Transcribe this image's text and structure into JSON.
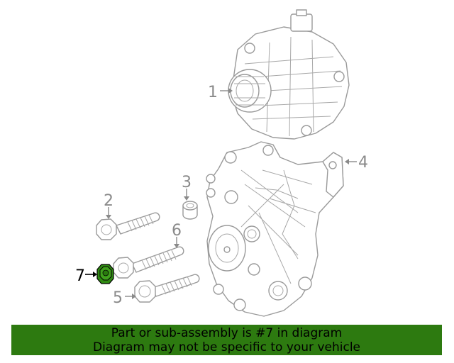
{
  "callouts": [
    {
      "id": "1",
      "label": "1",
      "part": "alternator",
      "highlighted": false
    },
    {
      "id": "2",
      "label": "2",
      "part": "bolt",
      "highlighted": false
    },
    {
      "id": "3",
      "label": "3",
      "part": "spacer",
      "highlighted": false
    },
    {
      "id": "4",
      "label": "4",
      "part": "alternator-bracket",
      "highlighted": false
    },
    {
      "id": "5",
      "label": "5",
      "part": "bolt",
      "highlighted": false
    },
    {
      "id": "6",
      "label": "6",
      "part": "bolt",
      "highlighted": false
    },
    {
      "id": "7",
      "label": "7",
      "part": "nut",
      "highlighted": true
    }
  ],
  "banner": {
    "line1": "Part or sub-assembly is #7 in diagram",
    "line2": "Diagram may not be specific to your vehicle"
  },
  "colors": {
    "highlight_part": "#2f8a12",
    "banner_bg": "#2d7a10",
    "line_art": "#9a9a9a"
  }
}
